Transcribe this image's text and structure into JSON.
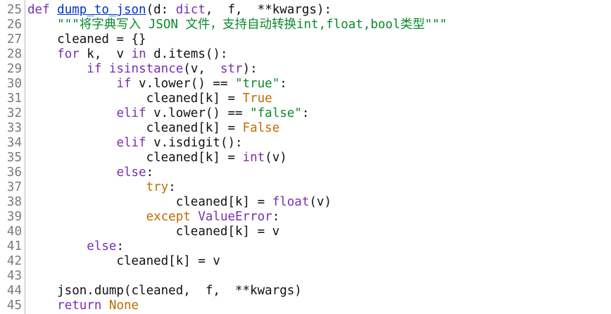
{
  "editor": {
    "line_numbers": [
      "25",
      "26",
      "27",
      "28",
      "29",
      "30",
      "31",
      "32",
      "33",
      "34",
      "35",
      "36",
      "37",
      "38",
      "39",
      "40",
      "41",
      "42",
      "43",
      "44",
      "45"
    ],
    "lines": [
      [
        {
          "t": "def",
          "c": "kw"
        },
        {
          "t": " ",
          "c": "plain"
        },
        {
          "t": "dump_to_json",
          "c": "fn"
        },
        {
          "t": "(d: ",
          "c": "plain"
        },
        {
          "t": "dict",
          "c": "bi"
        },
        {
          "t": ",  f,  **kwargs):",
          "c": "plain"
        }
      ],
      [
        {
          "t": "    ",
          "c": "plain"
        },
        {
          "t": "\"\"\"将字典写入 JSON 文件，支持自动转换int,float,bool类型\"\"\"",
          "c": "str"
        }
      ],
      [
        {
          "t": "    cleaned = {}",
          "c": "plain"
        }
      ],
      [
        {
          "t": "    ",
          "c": "plain"
        },
        {
          "t": "for",
          "c": "kw"
        },
        {
          "t": " k,  v ",
          "c": "plain"
        },
        {
          "t": "in",
          "c": "kw"
        },
        {
          "t": " d.items():",
          "c": "plain"
        }
      ],
      [
        {
          "t": "        ",
          "c": "plain"
        },
        {
          "t": "if",
          "c": "kw"
        },
        {
          "t": " ",
          "c": "plain"
        },
        {
          "t": "isinstance",
          "c": "bi"
        },
        {
          "t": "(v,  ",
          "c": "plain"
        },
        {
          "t": "str",
          "c": "bi"
        },
        {
          "t": "):",
          "c": "plain"
        }
      ],
      [
        {
          "t": "            ",
          "c": "plain"
        },
        {
          "t": "if",
          "c": "kw"
        },
        {
          "t": " v.lower() == ",
          "c": "plain"
        },
        {
          "t": "\"true\"",
          "c": "str"
        },
        {
          "t": ":",
          "c": "plain"
        }
      ],
      [
        {
          "t": "                cleaned[k] = ",
          "c": "plain"
        },
        {
          "t": "True",
          "c": "const"
        }
      ],
      [
        {
          "t": "            ",
          "c": "plain"
        },
        {
          "t": "elif",
          "c": "kw"
        },
        {
          "t": " v.lower() == ",
          "c": "plain"
        },
        {
          "t": "\"false\"",
          "c": "str"
        },
        {
          "t": ":",
          "c": "plain"
        }
      ],
      [
        {
          "t": "                cleaned[k] = ",
          "c": "plain"
        },
        {
          "t": "False",
          "c": "const"
        }
      ],
      [
        {
          "t": "            ",
          "c": "plain"
        },
        {
          "t": "elif",
          "c": "kw"
        },
        {
          "t": " v.isdigit():",
          "c": "plain"
        }
      ],
      [
        {
          "t": "                cleaned[k] = ",
          "c": "plain"
        },
        {
          "t": "int",
          "c": "bi"
        },
        {
          "t": "(v)",
          "c": "plain"
        }
      ],
      [
        {
          "t": "            ",
          "c": "plain"
        },
        {
          "t": "else",
          "c": "kw"
        },
        {
          "t": ":",
          "c": "plain"
        }
      ],
      [
        {
          "t": "                ",
          "c": "plain"
        },
        {
          "t": "try",
          "c": "const"
        },
        {
          "t": ":",
          "c": "plain"
        }
      ],
      [
        {
          "t": "                    cleaned[k] = ",
          "c": "plain"
        },
        {
          "t": "float",
          "c": "bi"
        },
        {
          "t": "(v)",
          "c": "plain"
        }
      ],
      [
        {
          "t": "                ",
          "c": "plain"
        },
        {
          "t": "except",
          "c": "const"
        },
        {
          "t": " ",
          "c": "plain"
        },
        {
          "t": "ValueError",
          "c": "bi"
        },
        {
          "t": ":",
          "c": "plain"
        }
      ],
      [
        {
          "t": "                    cleaned[k] = v",
          "c": "plain"
        }
      ],
      [
        {
          "t": "        ",
          "c": "plain"
        },
        {
          "t": "else",
          "c": "kw"
        },
        {
          "t": ":",
          "c": "plain"
        }
      ],
      [
        {
          "t": "            cleaned[k] = v",
          "c": "plain"
        }
      ],
      [
        {
          "t": "",
          "c": "plain"
        }
      ],
      [
        {
          "t": "    json.dump(cleaned,  f,  **kwargs)",
          "c": "plain"
        }
      ],
      [
        {
          "t": "    ",
          "c": "plain"
        },
        {
          "t": "return",
          "c": "kw"
        },
        {
          "t": " ",
          "c": "plain"
        },
        {
          "t": "None",
          "c": "const"
        }
      ]
    ],
    "colors": {
      "keyword": "#7a2fb3",
      "function_name": "#0033cc",
      "builtin": "#7a2fb3",
      "string": "#0a8a2a",
      "constant": "#c26b00",
      "text": "#111111",
      "line_number": "#7a7a7a",
      "background": "#ffffff"
    }
  }
}
